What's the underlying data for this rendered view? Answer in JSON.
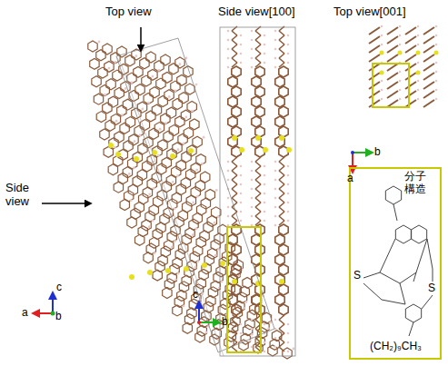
{
  "diagram": {
    "nodes": [
      {
        "text": [
          "分子 構造",
          "S",
          "S",
          "(CH₂)₉CH₃"
        ]
      }
    ],
    "labels": [
      "Top view",
      "Side view",
      "Side view[100]",
      "Top view[001]",
      "c",
      "a",
      "b",
      "c",
      "b",
      "b",
      "a"
    ]
  }
}
